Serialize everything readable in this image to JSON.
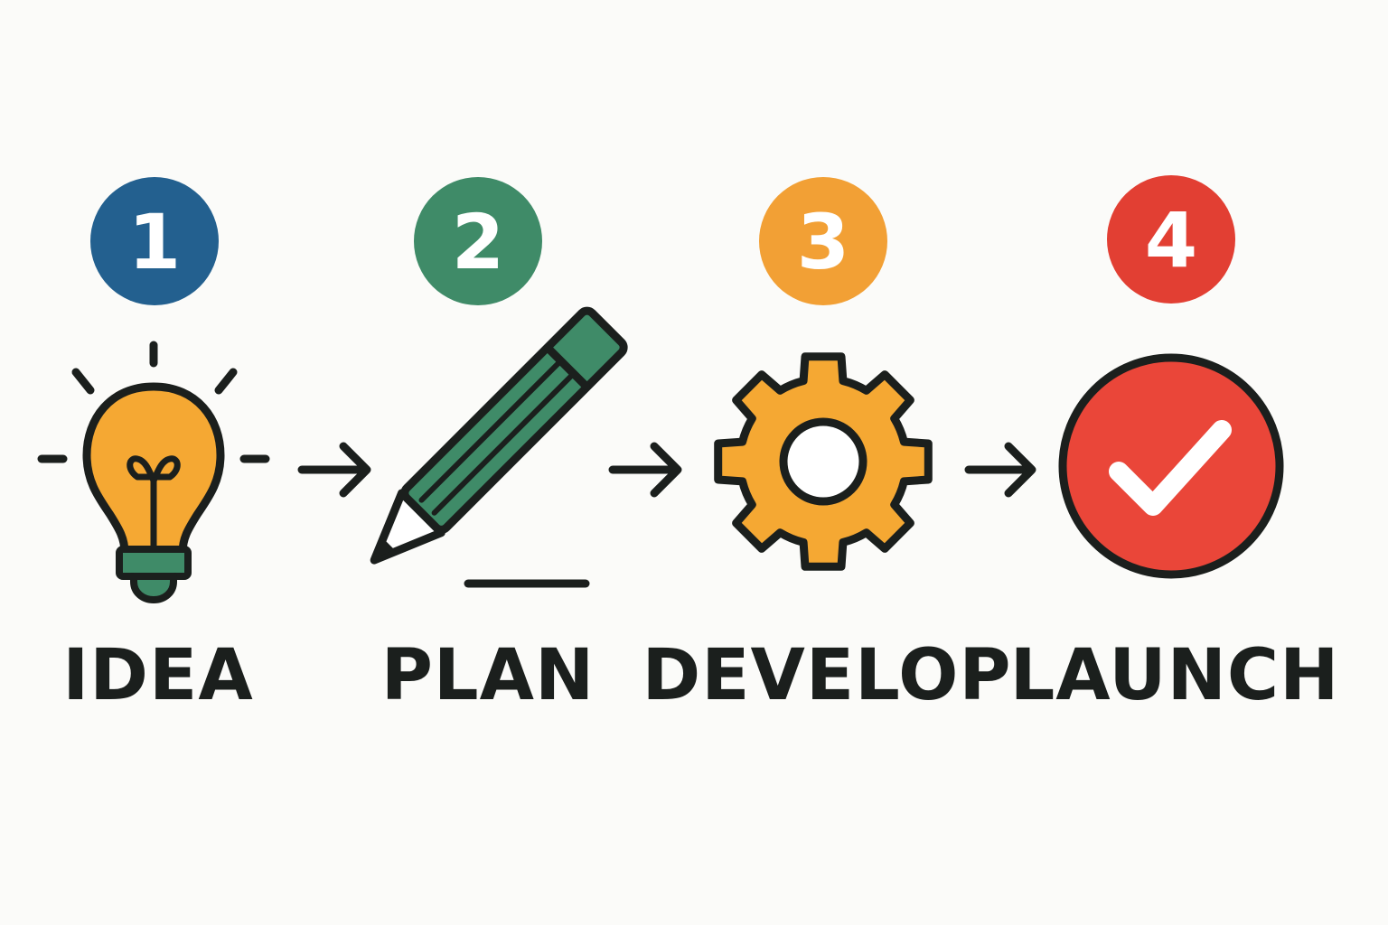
{
  "steps": [
    {
      "number": "1",
      "label": "IDEA",
      "color": "#23608f",
      "icon": "lightbulb-icon"
    },
    {
      "number": "2",
      "label": "PLAN",
      "color": "#3f8b68",
      "icon": "pencil-icon"
    },
    {
      "number": "3",
      "label": "DEVELOP",
      "color": "#f2a035",
      "icon": "gear-icon"
    },
    {
      "number": "4",
      "label": "LAUNCH",
      "color": "#e23f33",
      "icon": "checkmark-circle-icon"
    }
  ],
  "colors": {
    "outline": "#1b1f1d",
    "background": "#fbfbf9",
    "bulb": "#f5a833",
    "bulb_base": "#3f8b68",
    "pencil": "#3f8b68",
    "gear": "#f5a833",
    "check_circle": "#ea4639",
    "check_mark": "#ffffff"
  }
}
